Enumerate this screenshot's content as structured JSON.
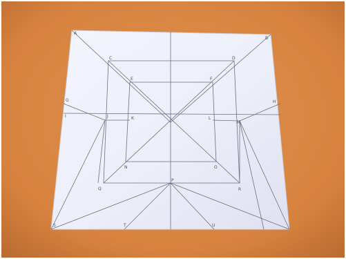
{
  "colors": {
    "table": "#d9864a",
    "paper": "#eef0fb",
    "lines": "#6a6a7a"
  },
  "labels": {
    "a": "A",
    "b": "B",
    "c": "C",
    "d": "D",
    "e": "E",
    "f": "F",
    "g": "G",
    "h": "H",
    "i": "I",
    "j": "J",
    "k": "K",
    "l": "L",
    "m": "M",
    "n": "N",
    "o": "O",
    "p": "P",
    "q": "Q",
    "r": "R",
    "s": "S",
    "t": "T",
    "u": "U"
  }
}
